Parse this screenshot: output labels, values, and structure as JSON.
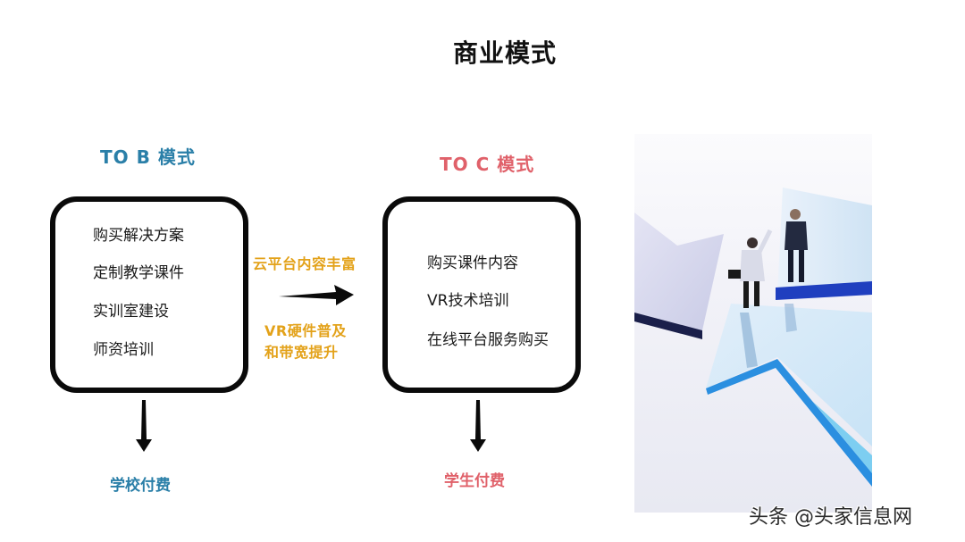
{
  "slide": {
    "title": "商业模式"
  },
  "to_b": {
    "heading": "TO B 模式",
    "items": [
      "购买解决方案",
      "定制教学课件",
      "实训室建设",
      "师资培训"
    ],
    "payer": "学校付费",
    "color": "#2a7fa8"
  },
  "to_c": {
    "heading": "TO C 模式",
    "items": [
      "购买课件内容",
      "VR技术培训",
      "在线平台服务购买"
    ],
    "payer": "学生付费",
    "color": "#e0616a"
  },
  "transition": {
    "label_top": "云平台内容丰富",
    "label_bottom_line1": "VR硬件普及",
    "label_bottom_line2": "和带宽提升",
    "color": "#e3a21a"
  },
  "image": {
    "description": "businessmen-figurines-on-glass-arrows-icon"
  },
  "watermark": {
    "text": "头条 @头家信息网"
  }
}
